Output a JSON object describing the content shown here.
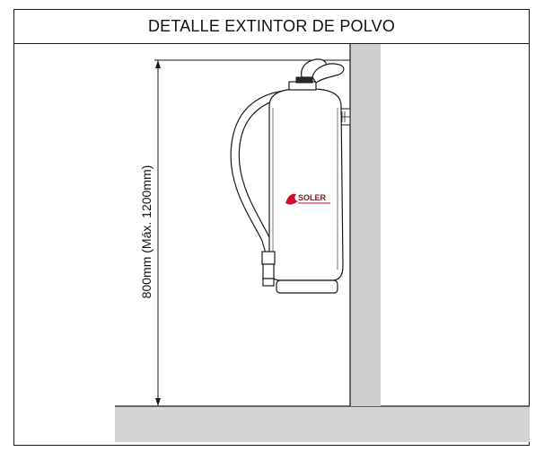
{
  "title": "DETALLE EXTINTOR DE POLVO",
  "dimension": {
    "label": "800mm (Máx. 1200mm)"
  },
  "extinguisher": {
    "brand": "SOLER",
    "icon": "fire-extinguisher-icon"
  },
  "colors": {
    "wall": "#cfcfcf",
    "floor": "#d4d4d4",
    "line": "#1a1a1a",
    "brand_red": "#c8102e"
  }
}
